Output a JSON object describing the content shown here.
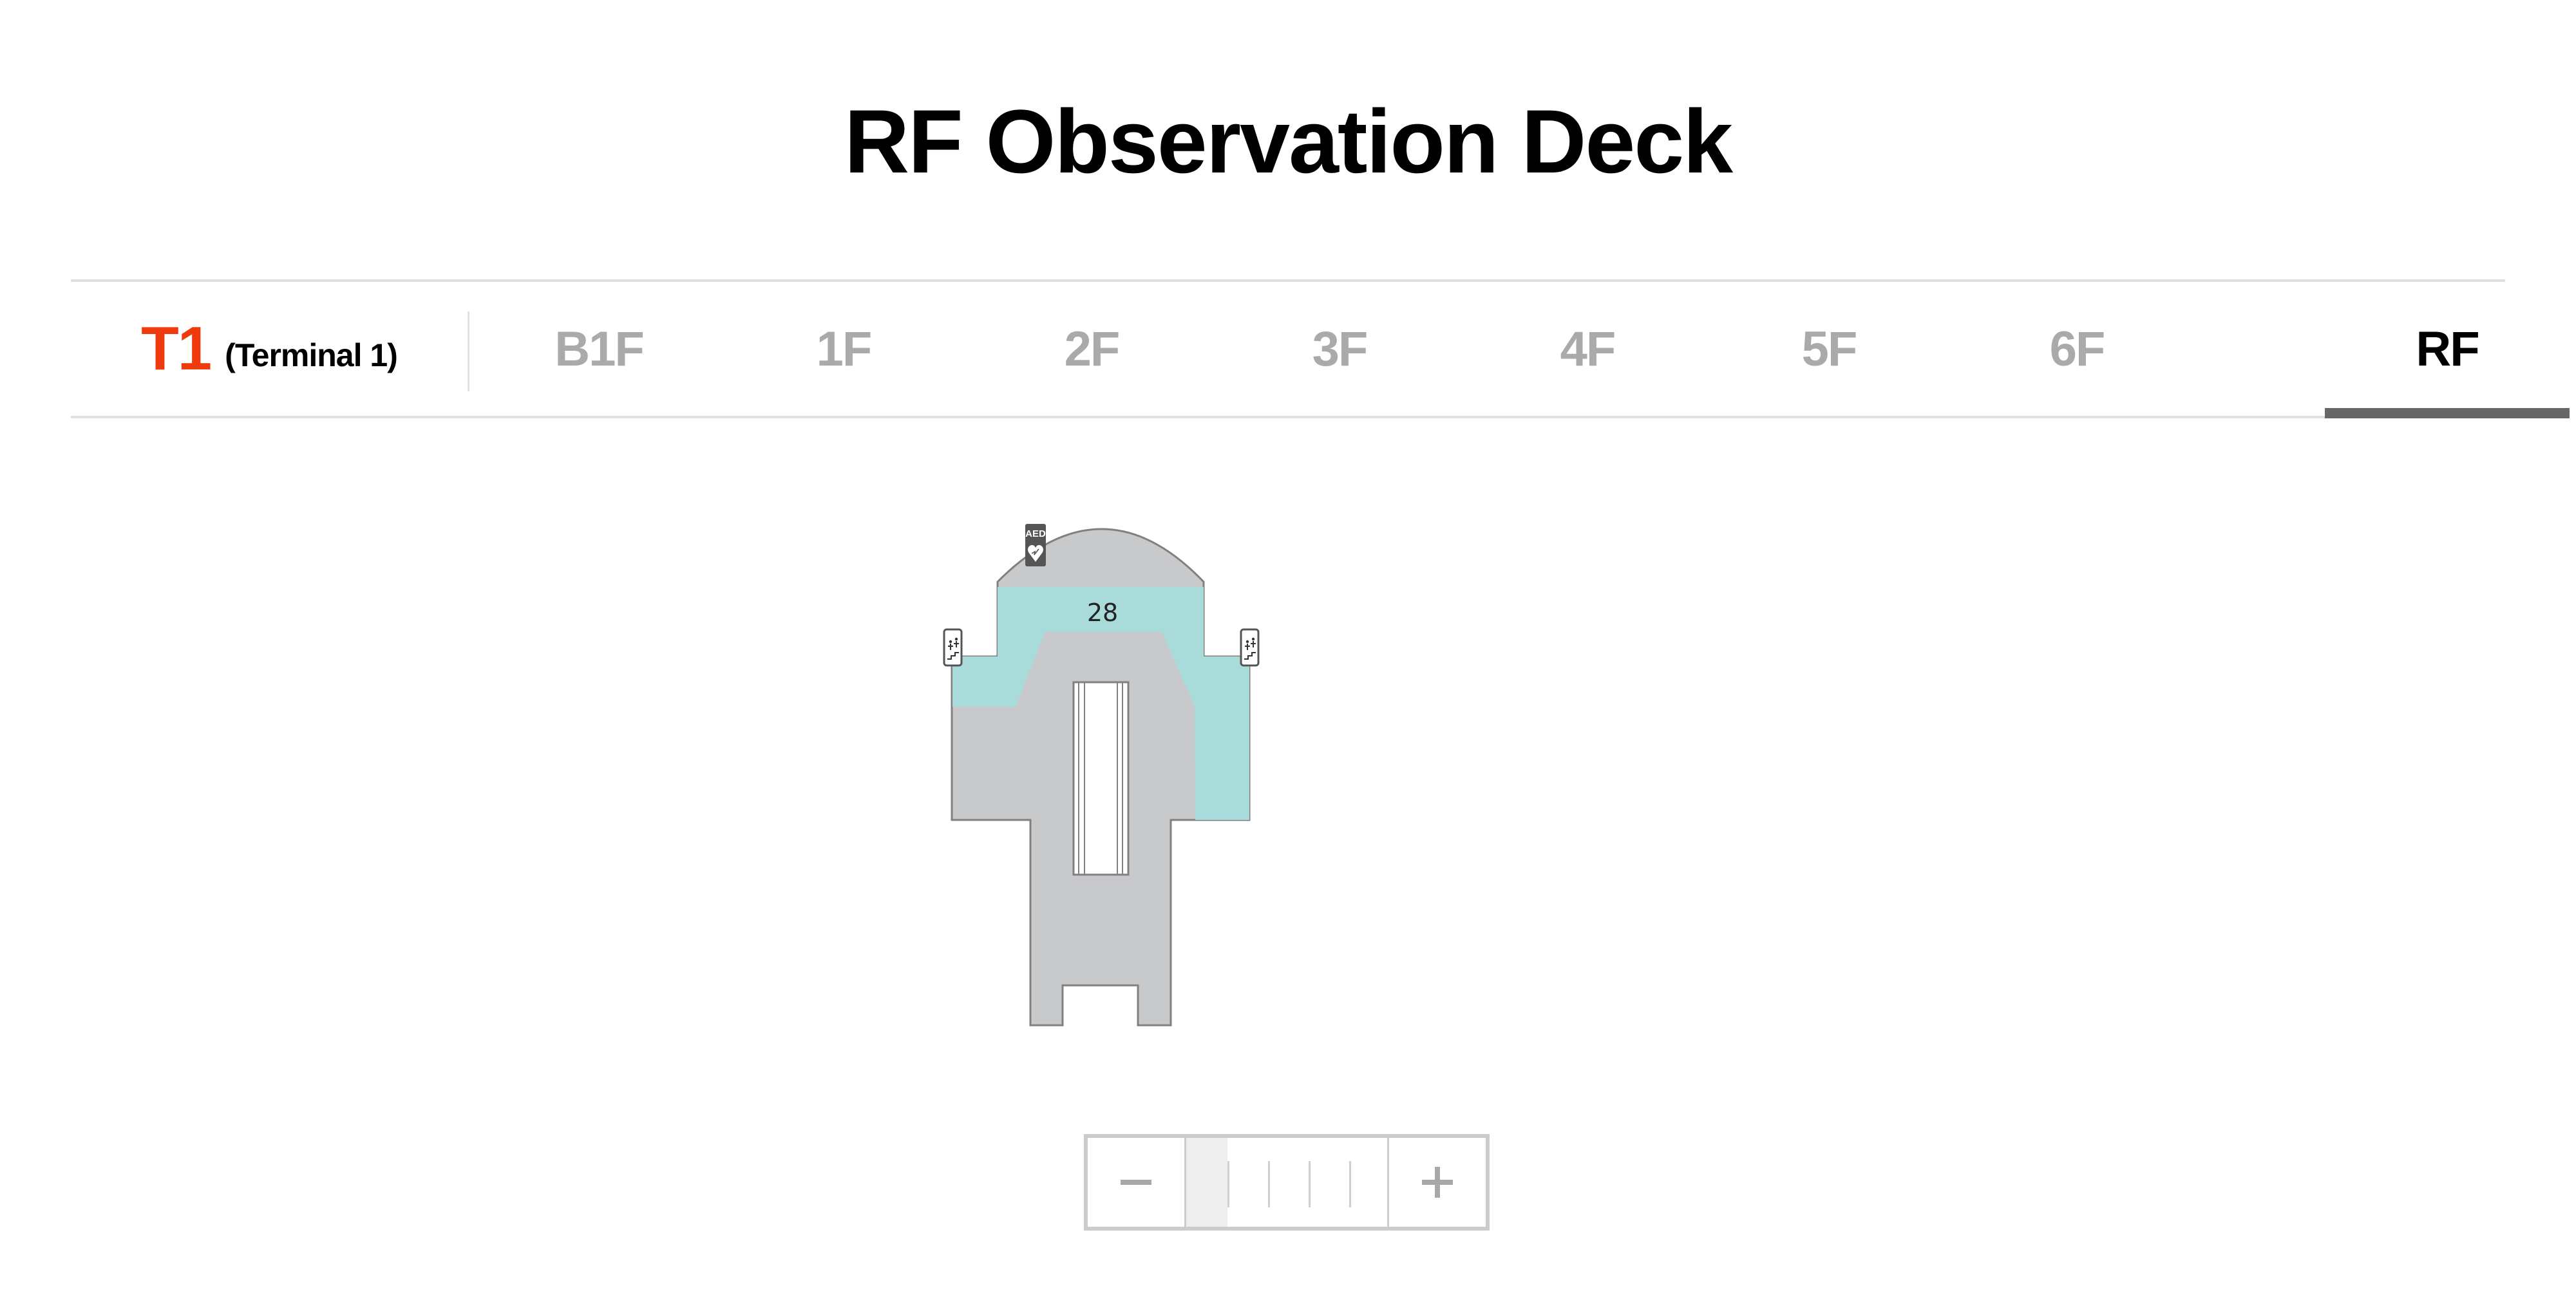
{
  "page": {
    "title": "RF Observation Deck"
  },
  "terminal": {
    "code": "T1",
    "name": "(Terminal 1)",
    "accent_color": "#ee3a0c"
  },
  "floors": [
    {
      "label": "B1F",
      "active": false
    },
    {
      "label": "1F",
      "active": false
    },
    {
      "label": "2F",
      "active": false
    },
    {
      "label": "3F",
      "active": false
    },
    {
      "label": "4F",
      "active": false
    },
    {
      "label": "5F",
      "active": false
    },
    {
      "label": "6F",
      "active": false
    },
    {
      "label": "RF",
      "active": true
    }
  ],
  "map": {
    "rooms": [
      {
        "label": "28",
        "type": "observation-deck-area",
        "color": "#a9dbdb"
      }
    ],
    "building_color": "#c8c9cb",
    "outline_color": "#808080",
    "icons": [
      {
        "name": "aed-icon",
        "label": "AED"
      },
      {
        "name": "escalator-icon",
        "position": "left"
      },
      {
        "name": "escalator-icon",
        "position": "right"
      }
    ]
  },
  "zoom_control": {
    "minus_label": "−",
    "plus_label": "+",
    "level": 1,
    "levels": 5
  }
}
